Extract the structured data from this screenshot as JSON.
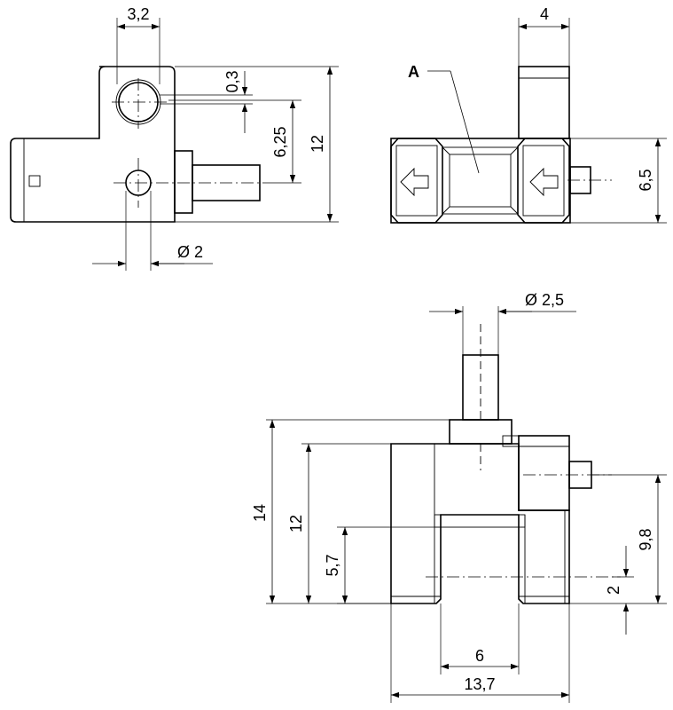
{
  "dimensions": {
    "top_left_view": {
      "width_3_2": "3,2",
      "offset_0_3": "0,3",
      "spacing_6_25": "6,25",
      "height_12": "12",
      "hole_dia_2": "Ø 2"
    },
    "top_right_view": {
      "width_4": "4",
      "height_6_5": "6,5",
      "label_a": "A"
    },
    "bottom_view": {
      "pin_dia_2_5": "Ø 2,5",
      "height_14": "14",
      "height_12": "12",
      "height_5_7": "5,7",
      "height_9_8": "9,8",
      "height_2": "2",
      "slot_width_6": "6",
      "overall_width_13_7": "13,7"
    }
  }
}
